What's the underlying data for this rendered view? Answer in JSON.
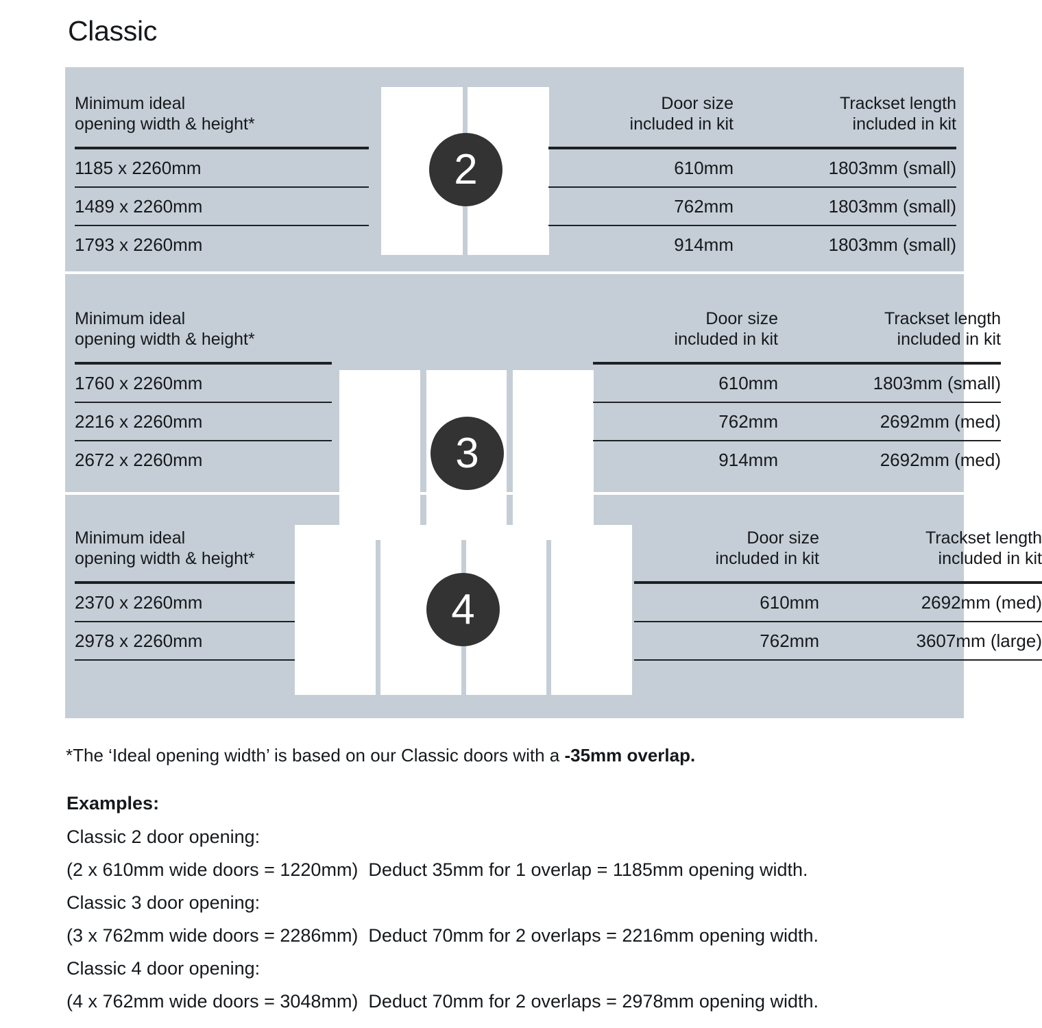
{
  "page_title": "Classic",
  "colors": {
    "panel_bg": "#c5ced6",
    "rule": "#1d2124",
    "badge_bg": "#333334",
    "door_fill": "#ffffff",
    "text": "#16191c"
  },
  "sections": [
    {
      "id": "two-door",
      "badge": "2",
      "door_count": 2,
      "left_header": "Minimum ideal\nopening width & height*",
      "right_headers": [
        "Door size\nincluded in kit",
        "Trackset length\nincluded in kit"
      ],
      "rows": [
        {
          "opening": "1185 x 2260mm",
          "door_size": "610mm",
          "trackset": "1803mm (small)"
        },
        {
          "opening": "1489 x 2260mm",
          "door_size": "762mm",
          "trackset": "1803mm (small)"
        },
        {
          "opening": "1793 x 2260mm",
          "door_size": "914mm",
          "trackset": "1803mm (small)"
        }
      ]
    },
    {
      "id": "three-door",
      "badge": "3",
      "door_count": 3,
      "left_header": "Minimum ideal\nopening width & height*",
      "right_headers": [
        "Door size\nincluded in kit",
        "Trackset length\nincluded in kit"
      ],
      "rows": [
        {
          "opening": "1760 x 2260mm",
          "door_size": "610mm",
          "trackset": "1803mm (small)"
        },
        {
          "opening": "2216 x 2260mm",
          "door_size": "762mm",
          "trackset": "2692mm (med)"
        },
        {
          "opening": "2672 x 2260mm",
          "door_size": "914mm",
          "trackset": "2692mm (med)"
        }
      ]
    },
    {
      "id": "four-door",
      "badge": "4",
      "door_count": 4,
      "left_header": "Minimum ideal\nopening width & height*",
      "right_headers": [
        "Door size\nincluded in kit",
        "Trackset length\nincluded in kit"
      ],
      "rows": [
        {
          "opening": "2370 x 2260mm",
          "door_size": "610mm",
          "trackset": "2692mm (med)"
        },
        {
          "opening": "2978 x 2260mm",
          "door_size": "762mm",
          "trackset": "3607mm (large)"
        }
      ]
    }
  ],
  "footnote": {
    "prefix": "*The ‘Ideal opening width’ is based on our Classic doors with a ",
    "bold": "-35mm overlap."
  },
  "examples": {
    "title": "Examples:",
    "lines": [
      "Classic 2 door opening:",
      "(2 x 610mm wide doors = 1220mm)  Deduct 35mm for 1 overlap = 1185mm opening width.",
      "Classic 3 door opening:",
      "(3 x 762mm wide doors = 2286mm)  Deduct 70mm for 2 overlaps = 2216mm opening width.",
      "Classic 4 door opening:",
      "(4 x 762mm wide doors = 3048mm)  Deduct 70mm for 2 overlaps = 2978mm opening width."
    ]
  }
}
